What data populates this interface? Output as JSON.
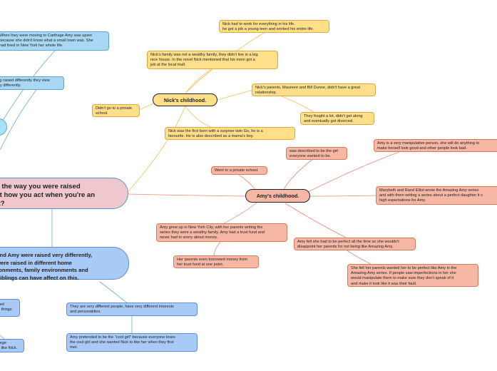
{
  "center_topic": "es the way you were raised\nect how you act when you're an\nult?",
  "nick": {
    "hub": "Nick's childhood.",
    "notes": [
      "Nick had to work for everything in his life.\nhe got a job a young teen and worked his entire life.",
      "Nick's family was not a wealthy family, they didn't live in a big\nnice house. In the novel Nick mentioned that his mom got a\njob at the local mall.",
      "Nick's parents, Maureen and Bill Dunne, didn't have a great\nrelationship.",
      "Didn't go to a private\nschool.",
      "They fought a lot, didn't get along\nand eventually got divorced.",
      "Nick was the first born with a surprise twin Go, he is a\nfavourite. He is also described as a mama's boy."
    ]
  },
  "amy": {
    "hub": "Amy's childhood.",
    "notes": [
      "was described to be the girl\neveryone wanted to be.",
      "Amy is a very manipulative person, she will do anything to\nmake herself look good and other people look bad.",
      "Went to a private school.",
      "Marybeth and Rand Elliot wrote the Amazing Amy series\nand with them writing a series about a perfect daughter it s\nhigh expectations for Amy.",
      "Amy grew up in New York City, with her parents writing the\nseries they were a wealthy family. Amy had a trust fund and\nnever had to worry about money.",
      "Amy felt she had to be perfect all the time so she wouldn't\ndisappoint her parents for not being like Amazing Amy.",
      "Her parents even borrowed money from\nher trust fund at one point.",
      "She felt her parents wanted her to be perfect like Amy in the\nAmazing Amy series. If people saw imperfections in her she\nwould manipulate them to make sure they don't speak of it\nand make it look like it was their fault."
    ]
  },
  "upbringing": {
    "notes": [
      "When they were moving to Carthage Amy was upset\nbecause she didn't know what a small town was. She\nhad lived in New York her whole life.",
      "ing raised differently they view\nery differently."
    ]
  },
  "conclusion": {
    "hub": "k and Amy were raised very differently,\ny were raised in different home\nvironments, family environments and\nn siblings can have affect on this.",
    "notes": [
      "sed\ne things",
      "They are very different people, have very different interests\nand personalities.",
      "llege\ng like Nick.",
      "Amy pretended to be the \"cool girl\" because everyone loves\nthe cool girl and she wanted Nick to like her when they first\nmet."
    ]
  }
}
